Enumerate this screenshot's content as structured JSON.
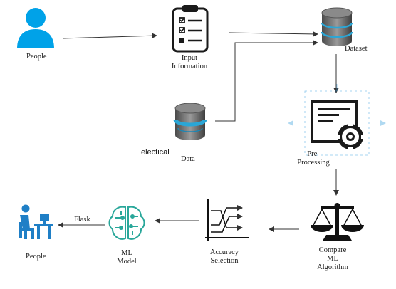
{
  "nodes": {
    "people_top": {
      "label": "People"
    },
    "input_information": {
      "label_line1": "Input",
      "label_line2": "Information"
    },
    "dataset": {
      "label": "Dataset"
    },
    "electrical_data": {
      "label_prefix": "electical",
      "label_suffix": "Data"
    },
    "preprocessing": {
      "label_line1": "Pre-",
      "label_line2": "Processing"
    },
    "compare_ml": {
      "label_line1": "Compare",
      "label_line2": "ML",
      "label_line3": "Algorithm"
    },
    "accuracy_selection": {
      "label_line1": "Accuracy",
      "label_line2": "Selection"
    },
    "ml_model": {
      "label_line1": "ML",
      "label_line2": "Model"
    },
    "people_bottom": {
      "label": "People"
    }
  },
  "edges": {
    "flask_label": "Flask"
  },
  "colors": {
    "person_blue": "#00a2e8",
    "icon_dark": "#1a1a1a",
    "db_gray": "#6e6e6e",
    "db_blue": "#2aa6d6",
    "ml_teal": "#29a79a",
    "arrow": "#333333"
  }
}
